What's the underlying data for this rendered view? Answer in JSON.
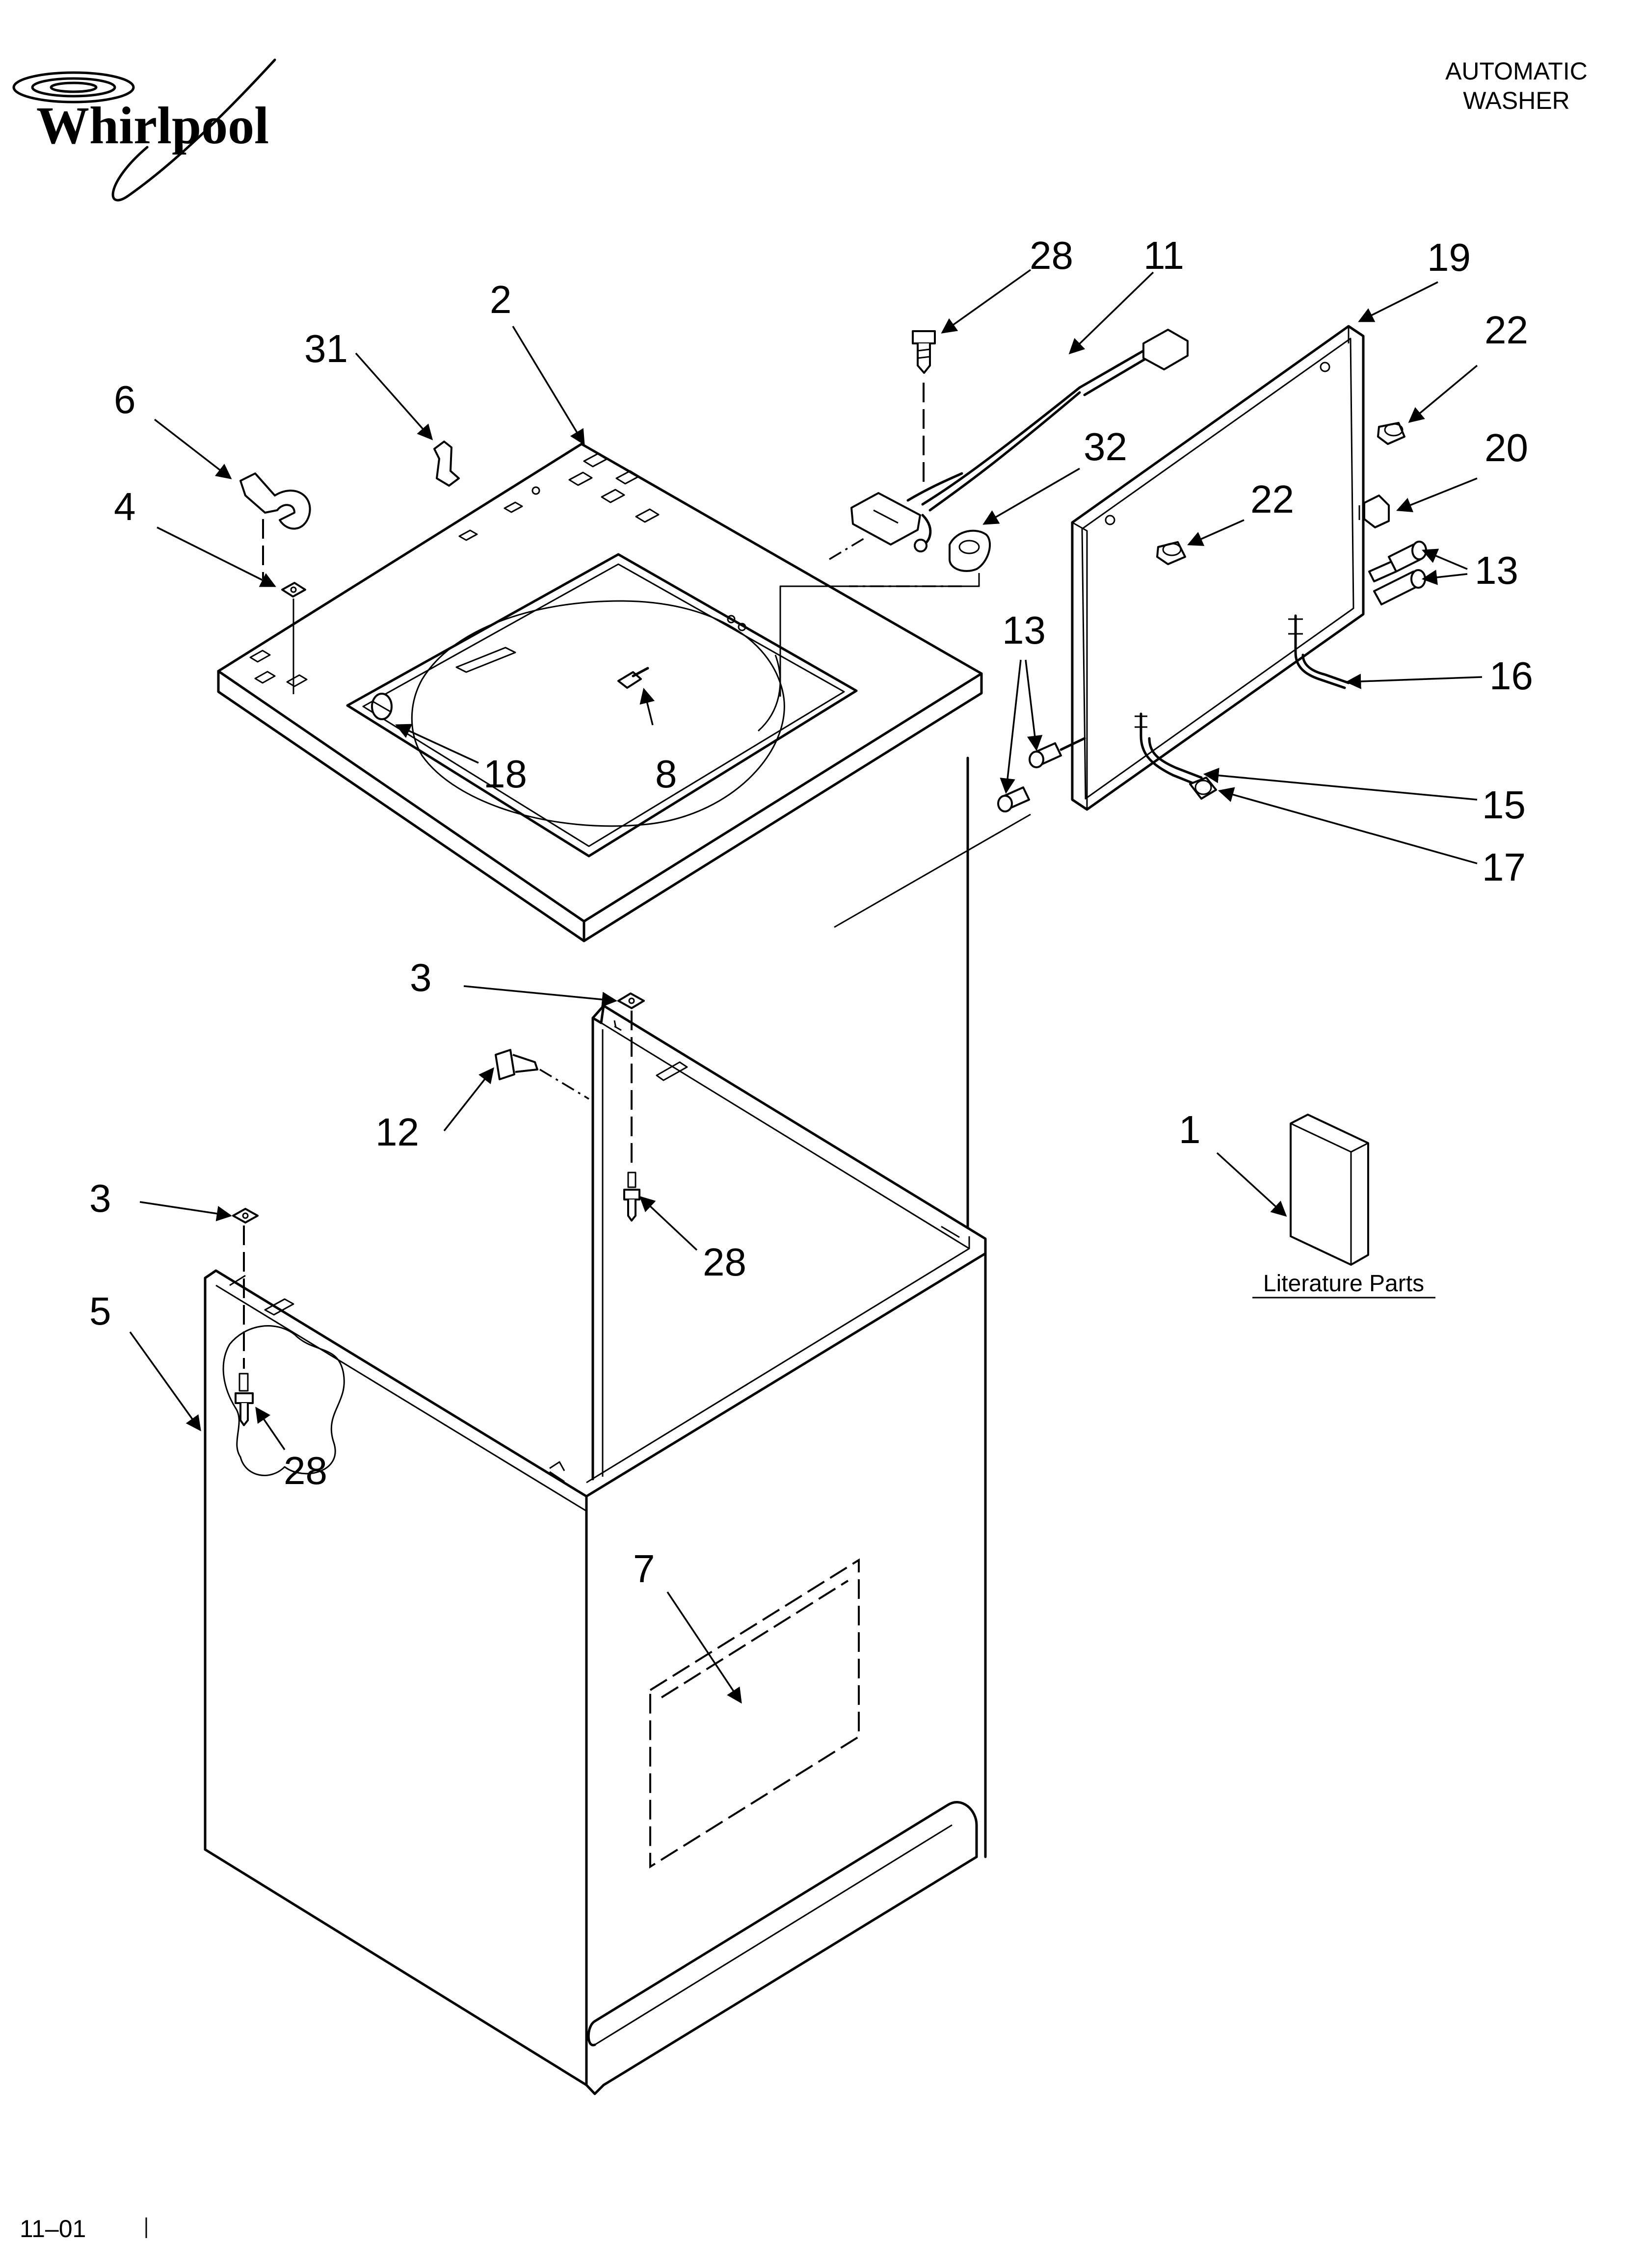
{
  "header": {
    "brand": "Whirlpool",
    "doc_title_line1": "AUTOMATIC",
    "doc_title_line2": "WASHER"
  },
  "callouts": {
    "c2": "2",
    "c31": "31",
    "c6": "6",
    "c4": "4",
    "c18": "18",
    "c8": "8",
    "c28_top": "28",
    "c11": "11",
    "c32": "32",
    "c19": "19",
    "c22_right": "22",
    "c20": "20",
    "c22_inner": "22",
    "c13_right": "13",
    "c13_left": "13",
    "c16": "16",
    "c15": "15",
    "c17": "17",
    "c3_upper": "3",
    "c12": "12",
    "c28_mid": "28",
    "c3_left": "3",
    "c5": "5",
    "c28_low": "28",
    "c7": "7",
    "c1": "1"
  },
  "literature_label": "Literature Parts",
  "footer": {
    "code": "11–01"
  }
}
